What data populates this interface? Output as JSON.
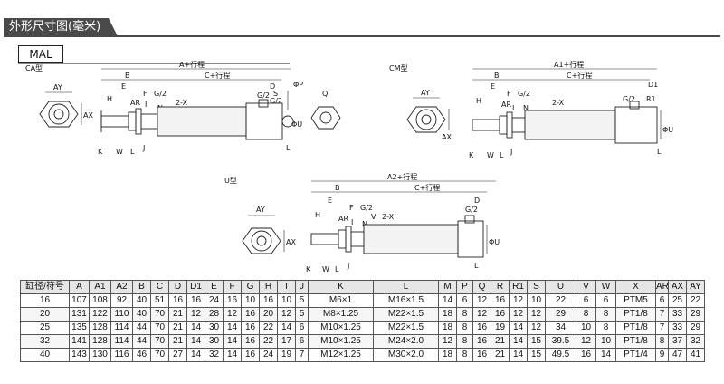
{
  "header": {
    "title": "外形尺寸图(毫米)"
  },
  "model": "MAL",
  "diagrams": {
    "ca": {
      "type_label": "CA型",
      "dims": {
        "top1": "A+行程",
        "top2": "B",
        "top3": "C+行程",
        "e": "E",
        "h": "H",
        "f": "F",
        "d": "D",
        "s": "S",
        "g2a": "G/2",
        "g2b": "G/2",
        "g2c": "G/2",
        "ar": "AR",
        "i": "I",
        "n": "N",
        "twox": "2-X",
        "phip": "ΦP",
        "q": "Q",
        "phiu": "ΦU",
        "ay": "AY",
        "ax": "AX",
        "k": "K",
        "w": "W",
        "l1": "L",
        "l2": "L",
        "j": "J"
      }
    },
    "cm": {
      "type_label": "CM型",
      "dims": {
        "top1": "A1+行程",
        "top2": "B",
        "top3": "C+行程",
        "e": "E",
        "h": "H",
        "f": "F",
        "d1": "D1",
        "g2a": "G/2",
        "g2b": "G/2",
        "ar": "AR",
        "i": "I",
        "n": "N",
        "twox": "2-X",
        "r1": "R1",
        "phiu": "ΦU",
        "ay": "AY",
        "ax": "AX",
        "k": "K",
        "w": "W",
        "l1": "L",
        "l2": "L",
        "j": "J"
      }
    },
    "u": {
      "type_label": "U型",
      "dims": {
        "top1": "A2+行程",
        "top2": "B",
        "top3": "C+行程",
        "e": "E",
        "h": "H",
        "f": "F",
        "d": "D",
        "g2a": "G/2",
        "g2b": "G/2",
        "ar": "AR",
        "i": "I",
        "n": "N",
        "twox": "2-X",
        "v": "V",
        "phiu": "ΦU",
        "ay": "AY",
        "ax": "AX",
        "k": "K",
        "w": "W",
        "l1": "L",
        "l2": "L",
        "j": "J"
      }
    }
  },
  "table": {
    "headers": [
      "缸径/符号",
      "A",
      "A1",
      "A2",
      "B",
      "C",
      "D",
      "D1",
      "E",
      "F",
      "G",
      "H",
      "I",
      "J",
      "K",
      "L",
      "M",
      "P",
      "Q",
      "R",
      "R1",
      "S",
      "U",
      "V",
      "W",
      "X",
      "AR",
      "AX",
      "AY"
    ],
    "rows": [
      [
        "16",
        "107",
        "108",
        "92",
        "40",
        "51",
        "16",
        "16",
        "24",
        "16",
        "10",
        "16",
        "10",
        "5",
        "M6×1",
        "M16×1.5",
        "14",
        "6",
        "12",
        "16",
        "12",
        "10",
        "22",
        "6",
        "6",
        "PTM5",
        "6",
        "25",
        "22"
      ],
      [
        "20",
        "131",
        "122",
        "110",
        "40",
        "70",
        "21",
        "12",
        "28",
        "12",
        "16",
        "20",
        "12",
        "5",
        "M8×1.25",
        "M22×1.5",
        "18",
        "8",
        "12",
        "16",
        "12",
        "12",
        "29",
        "8",
        "8",
        "PT1/8",
        "7",
        "33",
        "29"
      ],
      [
        "25",
        "135",
        "128",
        "114",
        "44",
        "70",
        "21",
        "14",
        "30",
        "14",
        "16",
        "22",
        "14",
        "6",
        "M10×1.25",
        "M22×1.5",
        "18",
        "8",
        "16",
        "19",
        "14",
        "12",
        "34",
        "10",
        "8",
        "PT1/8",
        "7",
        "33",
        "29"
      ],
      [
        "32",
        "141",
        "128",
        "114",
        "44",
        "70",
        "21",
        "14",
        "30",
        "14",
        "16",
        "22",
        "17",
        "6",
        "M10×1.25",
        "M24×2.0",
        "12",
        "8",
        "16",
        "21",
        "14",
        "15",
        "39.5",
        "12",
        "10",
        "PT1/8",
        "8",
        "37",
        "32"
      ],
      [
        "40",
        "143",
        "130",
        "116",
        "46",
        "70",
        "27",
        "14",
        "32",
        "14",
        "16",
        "24",
        "19",
        "7",
        "M12×1.25",
        "M30×2.0",
        "18",
        "8",
        "16",
        "21",
        "14",
        "15",
        "49.5",
        "16",
        "14",
        "PT1/4",
        "9",
        "47",
        "41"
      ]
    ]
  }
}
